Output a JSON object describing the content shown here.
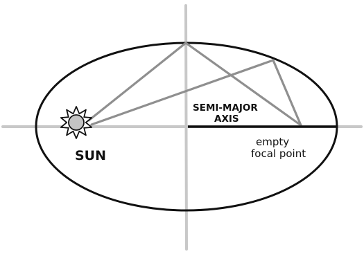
{
  "labels": {
    "sun": "SUN",
    "semi_major_line1": "SEMI-MAJOR",
    "semi_major_line2": "AXIS",
    "focal_line1": "empty",
    "focal_line2": "focal point"
  },
  "colors": {
    "background": "#ffffff",
    "axes": "#c8c8c8",
    "ellipse": "#111111",
    "rays": "#8f8f8f",
    "sun_fill": "#c4c4c4",
    "ink": "#111111"
  }
}
